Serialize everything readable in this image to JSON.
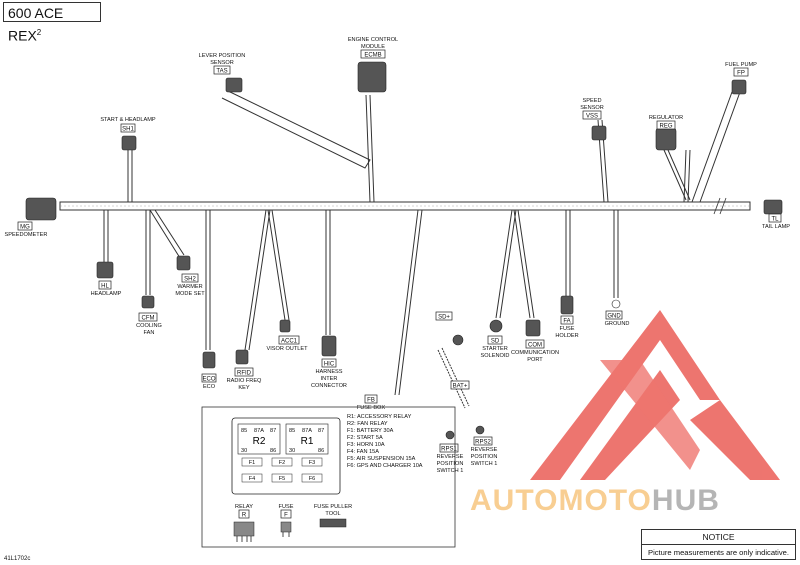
{
  "title": {
    "main": "600 ACE REX",
    "sup": "2"
  },
  "doc_id": "41L1702c",
  "notice": {
    "heading": "NOTICE",
    "text": "Picture measurements are only indicative."
  },
  "watermark": {
    "part1": "AUTOMOTO",
    "part2": "HUB",
    "color_red": "#e8473f",
    "color_gold": "#f5be6e"
  },
  "components": {
    "lever_position": {
      "name": "LEVER POSITION",
      "name2": "SENSOR",
      "code": "TAS"
    },
    "ecm": {
      "name": "ENGINE CONTROL",
      "name2": "MODULE",
      "code": "ECMB"
    },
    "fuel_pump": {
      "name": "FUEL PUMP",
      "code": "FP"
    },
    "speed_sensor": {
      "name": "SPEED",
      "name2": "SENSOR",
      "code": "VSS"
    },
    "regulator": {
      "name": "REGULATOR",
      "code": "REG"
    },
    "start_headlamp": {
      "name": "START & HEADLAMP",
      "code": "SH1"
    },
    "speedometer": {
      "name": "SPEEDOMETER",
      "code": "MG"
    },
    "tail_lamp": {
      "name": "TAIL LAMP",
      "code": "TL"
    },
    "headlamp": {
      "name": "HEADLAMP",
      "code": "HL"
    },
    "warmer": {
      "name": "WARMER",
      "name2": "MODE SET",
      "code": "SH2"
    },
    "cooling_fan": {
      "name": "COOLING",
      "name2": "FAN",
      "code": "CFM"
    },
    "visor": {
      "name": "VISOR OUTLET",
      "code": "ACC1"
    },
    "harness": {
      "name": "HARNESS",
      "name2": "INTER",
      "name3": "CONNECTOR",
      "code": "HIC"
    },
    "radio": {
      "name": "RADIO FREQ",
      "name2": "KEY",
      "code": "RFID"
    },
    "eco": {
      "name": "ECO",
      "code": "ECO"
    },
    "starter": {
      "name": "STARTER",
      "name2": "SOLENOID",
      "code": "SD"
    },
    "comm": {
      "name": "COMMUNICATION",
      "name2": "PORT",
      "code": "COM"
    },
    "fuse_holder": {
      "name": "FUSE",
      "name2": "HOLDER",
      "code": "FA"
    },
    "ground": {
      "name": "GROUND",
      "code": "GND"
    },
    "sd_plus": {
      "code": "SD+"
    },
    "bat_plus": {
      "code": "BAT+"
    },
    "rps1": {
      "name": "REVERSE",
      "name2": "POSITION",
      "name3": "SWITCH 1",
      "code": "RPS1"
    },
    "rps2": {
      "name": "REVERSE",
      "name2": "POSITION",
      "name3": "SWITCH 1",
      "code": "RPS2"
    },
    "fuse_box": {
      "name": "FUSE BOX",
      "code": "FB"
    }
  },
  "fuse_legend": [
    "R1: ACCESSORY RELAY",
    "R2: FAN RELAY",
    "F1: BATTERY 30A",
    "F2: START 5A",
    "F3: HORN 10A",
    "F4: FAN 15A",
    "F5: AIR SUSPENSION 15A",
    "F6: GPS AND CHARGER 10A"
  ],
  "fuse_panel": {
    "r2": {
      "label": "R2",
      "pins_top": [
        "85",
        "87A",
        "87"
      ],
      "pins_bottom": [
        "30",
        "86"
      ]
    },
    "r1": {
      "label": "R1",
      "pins_top": [
        "85",
        "87A",
        "87"
      ],
      "pins_bottom": [
        "30",
        "86"
      ]
    },
    "fuses": [
      "F1",
      "F2",
      "F3",
      "F4",
      "F5",
      "F6"
    ]
  },
  "parts": {
    "relay": {
      "name": "RELAY",
      "code": "R"
    },
    "fuse": {
      "name": "FUSE",
      "code": "F"
    },
    "puller": {
      "name": "FUSE PULLER",
      "name2": "TOOL"
    }
  }
}
